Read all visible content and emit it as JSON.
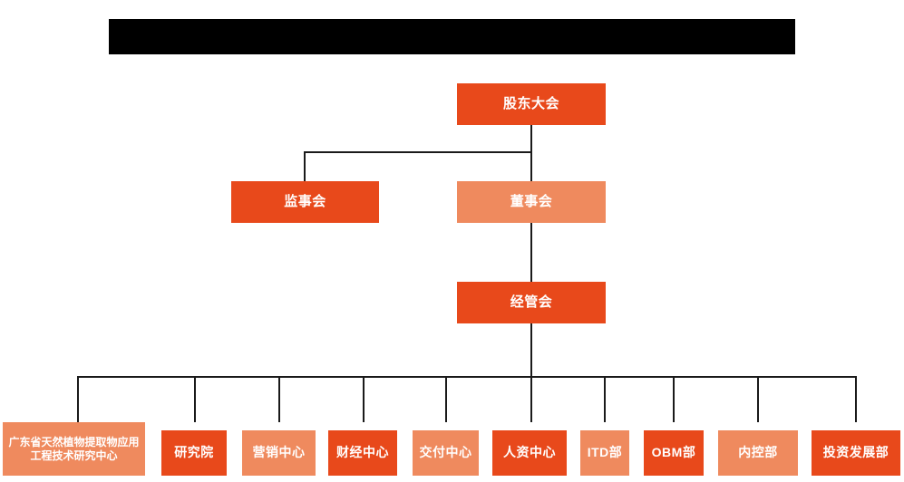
{
  "chart_data": {
    "type": "diagram",
    "diagram_kind": "organization-chart",
    "title": "",
    "colors": {
      "vivid_orange": "#E8491B",
      "salmon_orange": "#EF8A5E",
      "connector": "#1a1a1a",
      "background": "#FFFFFF",
      "redacted_banner": "#000000"
    },
    "levels": [
      {
        "level": 1,
        "nodes": [
          "股东大会"
        ]
      },
      {
        "level": 2,
        "nodes": [
          "监事会",
          "董事会"
        ]
      },
      {
        "level": 3,
        "nodes": [
          "经管会"
        ]
      },
      {
        "level": 4,
        "nodes": [
          "广东省天然植物提取物应用工程技术研究中心",
          "研究院",
          "营销中心",
          "财经中心",
          "交付中心",
          "人资中心",
          "ITD部",
          "OBM部",
          "内控部",
          "投资发展部"
        ]
      }
    ],
    "edges": [
      {
        "from": "股东大会",
        "to": "监事会"
      },
      {
        "from": "股东大会",
        "to": "董事会"
      },
      {
        "from": "董事会",
        "to": "经管会"
      },
      {
        "from": "经管会",
        "to": "广东省天然植物提取物应用工程技术研究中心"
      },
      {
        "from": "经管会",
        "to": "研究院"
      },
      {
        "from": "经管会",
        "to": "营销中心"
      },
      {
        "from": "经管会",
        "to": "财经中心"
      },
      {
        "from": "经管会",
        "to": "交付中心"
      },
      {
        "from": "经管会",
        "to": "人资中心"
      },
      {
        "from": "经管会",
        "to": "ITD部"
      },
      {
        "from": "经管会",
        "to": "OBM部"
      },
      {
        "from": "经管会",
        "to": "内控部"
      },
      {
        "from": "经管会",
        "to": "投资发展部"
      }
    ]
  },
  "banner": {
    "label": ""
  },
  "nodes": {
    "shareholders_meeting": {
      "label": "股东大会",
      "tone": "vivid"
    },
    "board_of_supervisors": {
      "label": "监事会",
      "tone": "vivid"
    },
    "board_of_directors": {
      "label": "董事会",
      "tone": "salmon"
    },
    "management_committee": {
      "label": "经管会",
      "tone": "vivid"
    },
    "departments": [
      {
        "label": "广东省天然植物提取物应用工程技术研究中心",
        "tone": "salmon"
      },
      {
        "label": "研究院",
        "tone": "vivid"
      },
      {
        "label": "营销中心",
        "tone": "salmon"
      },
      {
        "label": "财经中心",
        "tone": "vivid"
      },
      {
        "label": "交付中心",
        "tone": "salmon"
      },
      {
        "label": "人资中心",
        "tone": "vivid"
      },
      {
        "label": "ITD部",
        "tone": "salmon"
      },
      {
        "label": "OBM部",
        "tone": "vivid"
      },
      {
        "label": "内控部",
        "tone": "salmon"
      },
      {
        "label": "投资发展部",
        "tone": "vivid"
      }
    ]
  }
}
